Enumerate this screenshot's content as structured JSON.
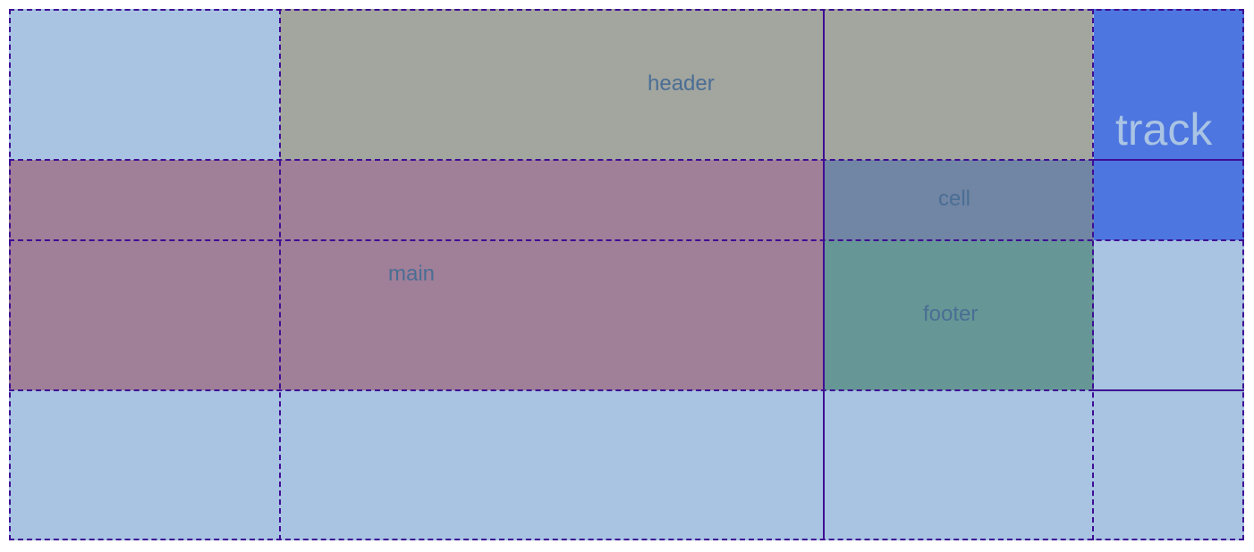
{
  "diagram": {
    "labels": {
      "header": "header",
      "main": "main",
      "cell": "cell",
      "footer": "footer",
      "track": "track"
    },
    "colors": {
      "background": "#a8c4e2",
      "header": "#a3a59f",
      "main": "#a07f98",
      "cell": "#7185a4",
      "footer": "#669796",
      "track": "#4e76e0",
      "gridline": "#3e0d94",
      "label": "#4a6e94",
      "track_label": "#a9c4e4"
    }
  }
}
